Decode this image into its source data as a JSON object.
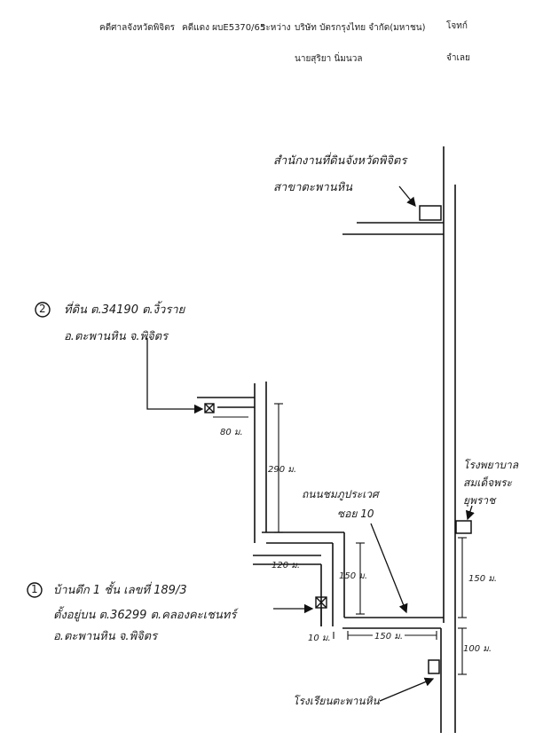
{
  "header": {
    "court_line": "คดีศาลจังหวัดพิจิตร",
    "case_no": "คดีแดง ผบE5370/65",
    "between": "ระหว่าง",
    "plaintiff": "บริษัท บัตรกรุงไทย จำกัด(มหาชน)",
    "plaintiff_role": "โจทก์",
    "defendant": "นายสุริยา นิ่มนวล",
    "defendant_role": "จำเลย"
  },
  "map": {
    "land_office_line1": "สำนักงานที่ดินจังหวัดพิจิตร",
    "land_office_line2": "สาขาตะพานหิน",
    "plot2_line1": "ที่ดิน ต.34190 ต.งิ้วราย",
    "plot2_line2": "อ.ตะพานหิน จ.พิจิตร",
    "plot2_marker": "2",
    "plot1_line1": "บ้านตึก 1 ชั้น เลขที่ 189/3",
    "plot1_line2": "ตั้งอยู่บน ต.36299 ต.คลองคะเชนทร์",
    "plot1_line3": "อ.ตะพานหิน จ.พิจิตร",
    "plot1_marker": "1",
    "hospital_line1": "โรงพยาบาล",
    "hospital_line2": "สมเด็จพระ",
    "hospital_line3": "ยุพราช",
    "school": "โรงเรียนตะพานหิน",
    "road_name_line1": "ถนนชมภูประเวศ",
    "road_name_line2": "ซอย 10",
    "dist_80": "80 ม.",
    "dist_290": "290 ม.",
    "dist_120": "120 ม.",
    "dist_150a": "150 ม.",
    "dist_10": "10 ม.",
    "dist_150b": "150 ม.",
    "dist_150c": "150 ม.",
    "dist_100": "100 ม."
  }
}
